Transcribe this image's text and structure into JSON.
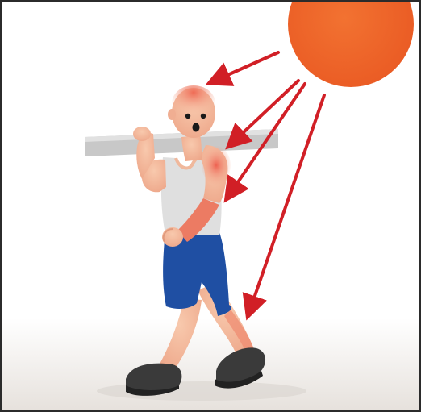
{
  "scene": {
    "border_color": "#2b2b2b",
    "background_color": "#ffffff",
    "ground_color": "#e7e4e1",
    "sun": {
      "name": "sun",
      "color": "#ee6227"
    },
    "arrows": {
      "count": 4,
      "color": "#d11f26",
      "targets": [
        "head",
        "shoulder",
        "arm",
        "leg"
      ]
    },
    "figure": {
      "name": "walking-worker",
      "skin_color": "#f4b99c",
      "sunburn_color": "#ee6d5a",
      "tank_top_color": "#dfdfdf",
      "shorts_color": "#1f4fa3",
      "shoes_color": "#3b3b3b",
      "plank_color": "#c9c9c9"
    }
  }
}
